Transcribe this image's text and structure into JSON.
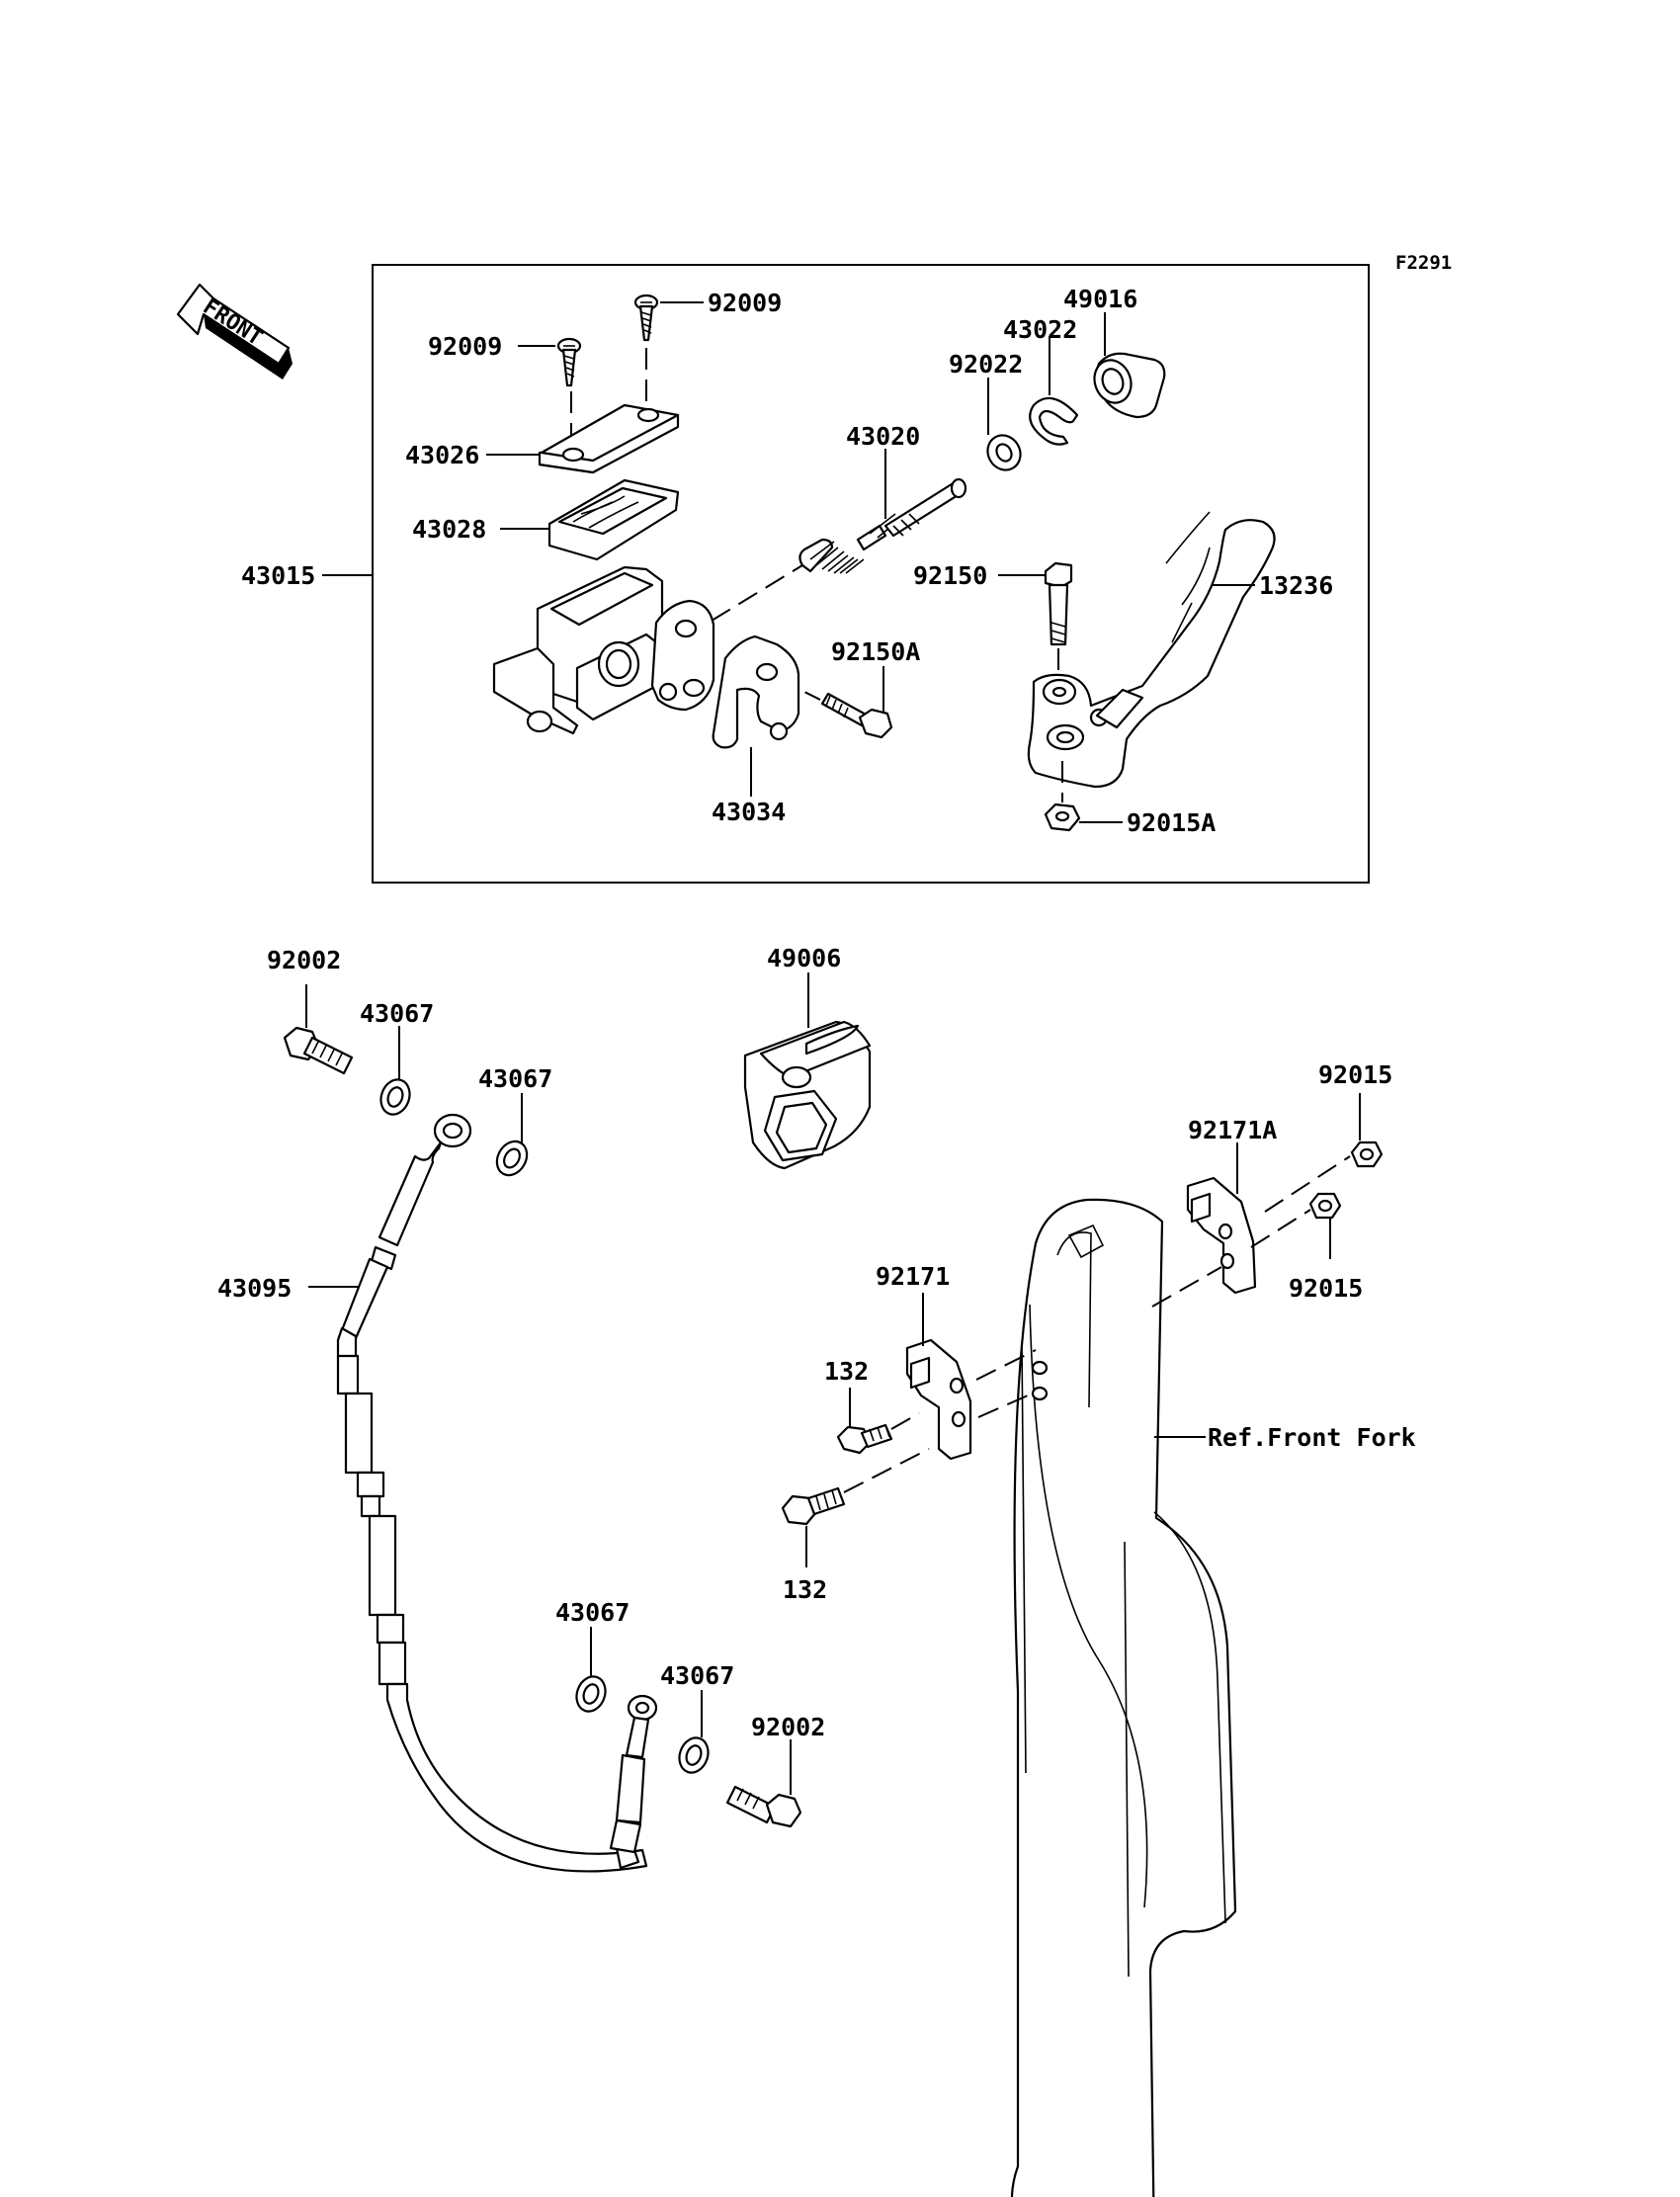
{
  "figure_code": "F2291",
  "front_arrow_text": "FRONT",
  "upper_group": {
    "assembly_label": "43015",
    "labels": {
      "screw_right": "92009",
      "screw_left": "92009",
      "cap": "43026",
      "diaphragm": "43028",
      "piston": "43020",
      "washer": "92022",
      "circlip": "43022",
      "boot": "49016",
      "pivot_bolt": "92150",
      "lever": "13236",
      "clamp_bolt": "92150A",
      "clamp": "43034",
      "nut": "92015A"
    }
  },
  "lower_group": {
    "labels": {
      "banjo_bolt_top": "92002",
      "washer_top_a": "43067",
      "washer_top_b": "43067",
      "hose": "43095",
      "guard": "49006",
      "nut_top": "92015",
      "bracket_right": "92171A",
      "nut_bottom": "92015",
      "bracket_left": "92171",
      "bolt_upper": "132",
      "bolt_lower": "132",
      "washer_bottom_a": "43067",
      "washer_bottom_b": "43067",
      "banjo_bolt_bottom": "92002",
      "fork_ref": "Ref.Front Fork"
    }
  }
}
